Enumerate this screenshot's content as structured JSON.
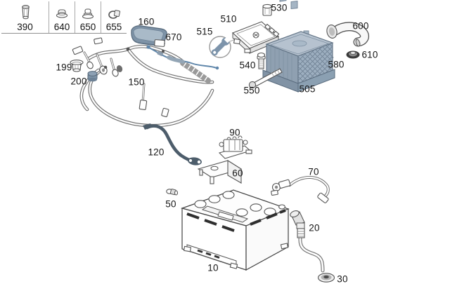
{
  "diagram": {
    "kind": "exploded-parts-diagram",
    "colors": {
      "background": "#ffffff",
      "line_art": "#555555",
      "accent_blue_gray": "#8da1b4",
      "accent_blue_gray_light": "#b6c2cf",
      "accent_blue_gray_dark": "#5a6e82",
      "cable_blue": "#5f86aa",
      "strap_dark": "#4d5d6b",
      "grommet_dark": "#3a3a3a"
    }
  },
  "legend": {
    "items": [
      {
        "id": "390",
        "icon": "sleeve-bolt-icon"
      },
      {
        "id": "640",
        "icon": "hex-nut-icon"
      },
      {
        "id": "650",
        "icon": "flange-nut-icon"
      },
      {
        "id": "655",
        "icon": "clamp-ring-icon"
      }
    ]
  },
  "callouts": [
    {
      "text": "160",
      "part": "battery-tray-cover"
    },
    {
      "text": "670",
      "part": "bonding-wire"
    },
    {
      "text": "515",
      "part": "special-tool-wrench-symbol"
    },
    {
      "text": "510",
      "part": "control-module"
    },
    {
      "text": "530",
      "part": "sleeve-screw"
    },
    {
      "text": "600",
      "part": "vent-duct-elbow"
    },
    {
      "text": "610",
      "part": "grommet"
    },
    {
      "text": "580",
      "part": "screw"
    },
    {
      "text": "505",
      "part": "auxiliary-battery-housing"
    },
    {
      "text": "540",
      "part": "short-bolt"
    },
    {
      "text": "550",
      "part": "long-bolt"
    },
    {
      "text": "199",
      "part": "terminal-nut"
    },
    {
      "text": "200",
      "part": "terminal-cap"
    },
    {
      "text": "150",
      "part": "wiring-harness"
    },
    {
      "text": "120",
      "part": "ground-strap"
    },
    {
      "text": "90",
      "part": "relay-block"
    },
    {
      "text": "60",
      "part": "mounting-bracket"
    },
    {
      "text": "70",
      "part": "battery-cable"
    },
    {
      "text": "50",
      "part": "plug-cap"
    },
    {
      "text": "10",
      "part": "battery"
    },
    {
      "text": "20",
      "part": "vent-elbow-fitting"
    },
    {
      "text": "30",
      "part": "vent-grommet"
    }
  ]
}
